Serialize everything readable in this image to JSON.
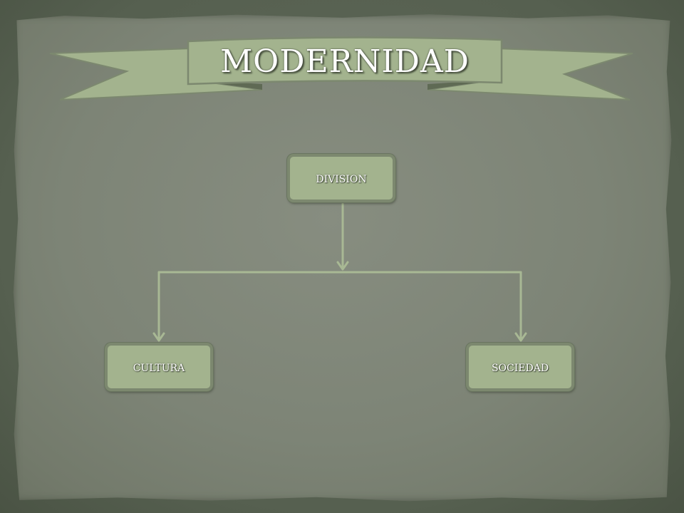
{
  "slide": {
    "title": "MODERNIDAD"
  },
  "diagram": {
    "root": {
      "label": "DIVISION"
    },
    "children": [
      {
        "label": "CULTURA"
      },
      {
        "label": "SOCIEDAD"
      }
    ]
  },
  "colors": {
    "banner_fill": "#a3b38e",
    "node_fill": "#a3b38e",
    "node_border": "#7c886f",
    "connector": "#a8b894",
    "paper": "#7d8476",
    "frame": "#566050"
  }
}
